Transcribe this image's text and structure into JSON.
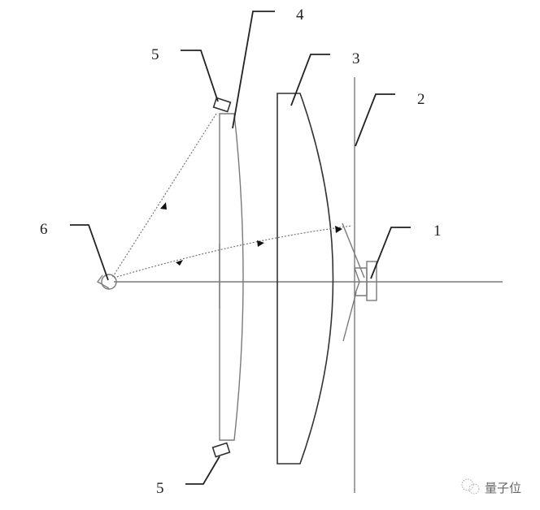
{
  "diagram": {
    "type": "optical-system-schematic",
    "labels": [
      {
        "id": "1",
        "text": "1",
        "component": "light-source-emitter"
      },
      {
        "id": "2",
        "text": "2",
        "component": "focal-plane-line"
      },
      {
        "id": "3",
        "text": "3",
        "component": "plano-convex-lens"
      },
      {
        "id": "4",
        "text": "4",
        "component": "plano-concave-lens"
      },
      {
        "id": "5a",
        "text": "5",
        "component": "sensor-top"
      },
      {
        "id": "5b",
        "text": "5",
        "component": "sensor-bottom"
      },
      {
        "id": "6",
        "text": "6",
        "component": "eye-viewpoint"
      }
    ],
    "watermark": "量子位"
  }
}
